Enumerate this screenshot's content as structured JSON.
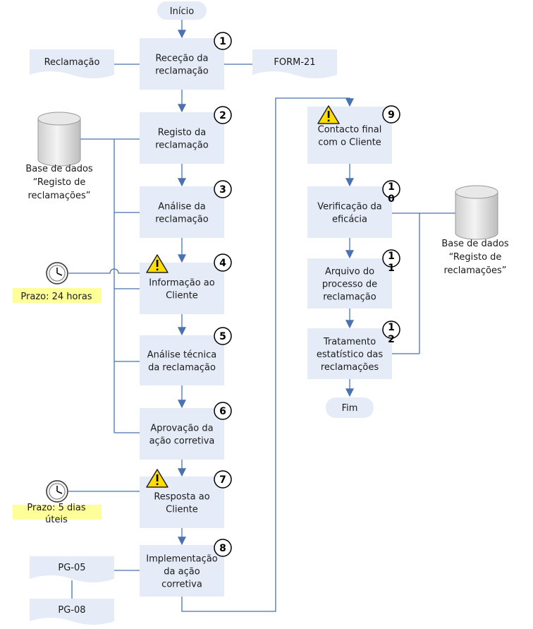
{
  "start": "Início",
  "end": "Fim",
  "steps": [
    {
      "id": "1",
      "lines": [
        "Receção da",
        "reclamação"
      ]
    },
    {
      "id": "2",
      "lines": [
        "Registo da",
        "reclamação"
      ]
    },
    {
      "id": "3",
      "lines": [
        "Análise da",
        "reclamação"
      ]
    },
    {
      "id": "4",
      "lines": [
        "Informação ao",
        "Cliente"
      ]
    },
    {
      "id": "5",
      "lines": [
        "Análise técnica",
        "da reclamação"
      ]
    },
    {
      "id": "6",
      "lines": [
        "Aprovação da",
        "ação corretiva"
      ]
    },
    {
      "id": "7",
      "lines": [
        "Resposta ao",
        "Cliente"
      ]
    },
    {
      "id": "8",
      "lines": [
        "Implementação",
        "da ação",
        "corretiva"
      ]
    },
    {
      "id": "9",
      "lines": [
        "Contacto final",
        "com o Cliente"
      ]
    },
    {
      "id": "10",
      "lines": [
        "Verificação da",
        "eficácia"
      ]
    },
    {
      "id": "11",
      "lines": [
        "Arquivo do",
        "processo de",
        "reclamação"
      ]
    },
    {
      "id": "12",
      "lines": [
        "Tratamento",
        "estatístico das",
        "reclamações"
      ]
    }
  ],
  "documents": {
    "complaint": "Reclamação",
    "form": "FORM-21",
    "pg05": "PG-05",
    "pg08": "PG-08"
  },
  "database_left": {
    "lines": [
      "Base de dados",
      "“Registo de",
      "reclamações”"
    ]
  },
  "database_right": {
    "lines": [
      "Base de dados",
      "“Registo de",
      "reclamações”"
    ]
  },
  "deadline_24h": {
    "lines": [
      "Prazo: 24 horas"
    ]
  },
  "deadline_5d": {
    "lines": [
      "Prazo: 5 dias",
      "úteis"
    ]
  },
  "colors": {
    "box_fill": "#e6ecf7",
    "line": "#4a72b0",
    "highlight": "#ffff99",
    "warning": "#ffdd00"
  }
}
